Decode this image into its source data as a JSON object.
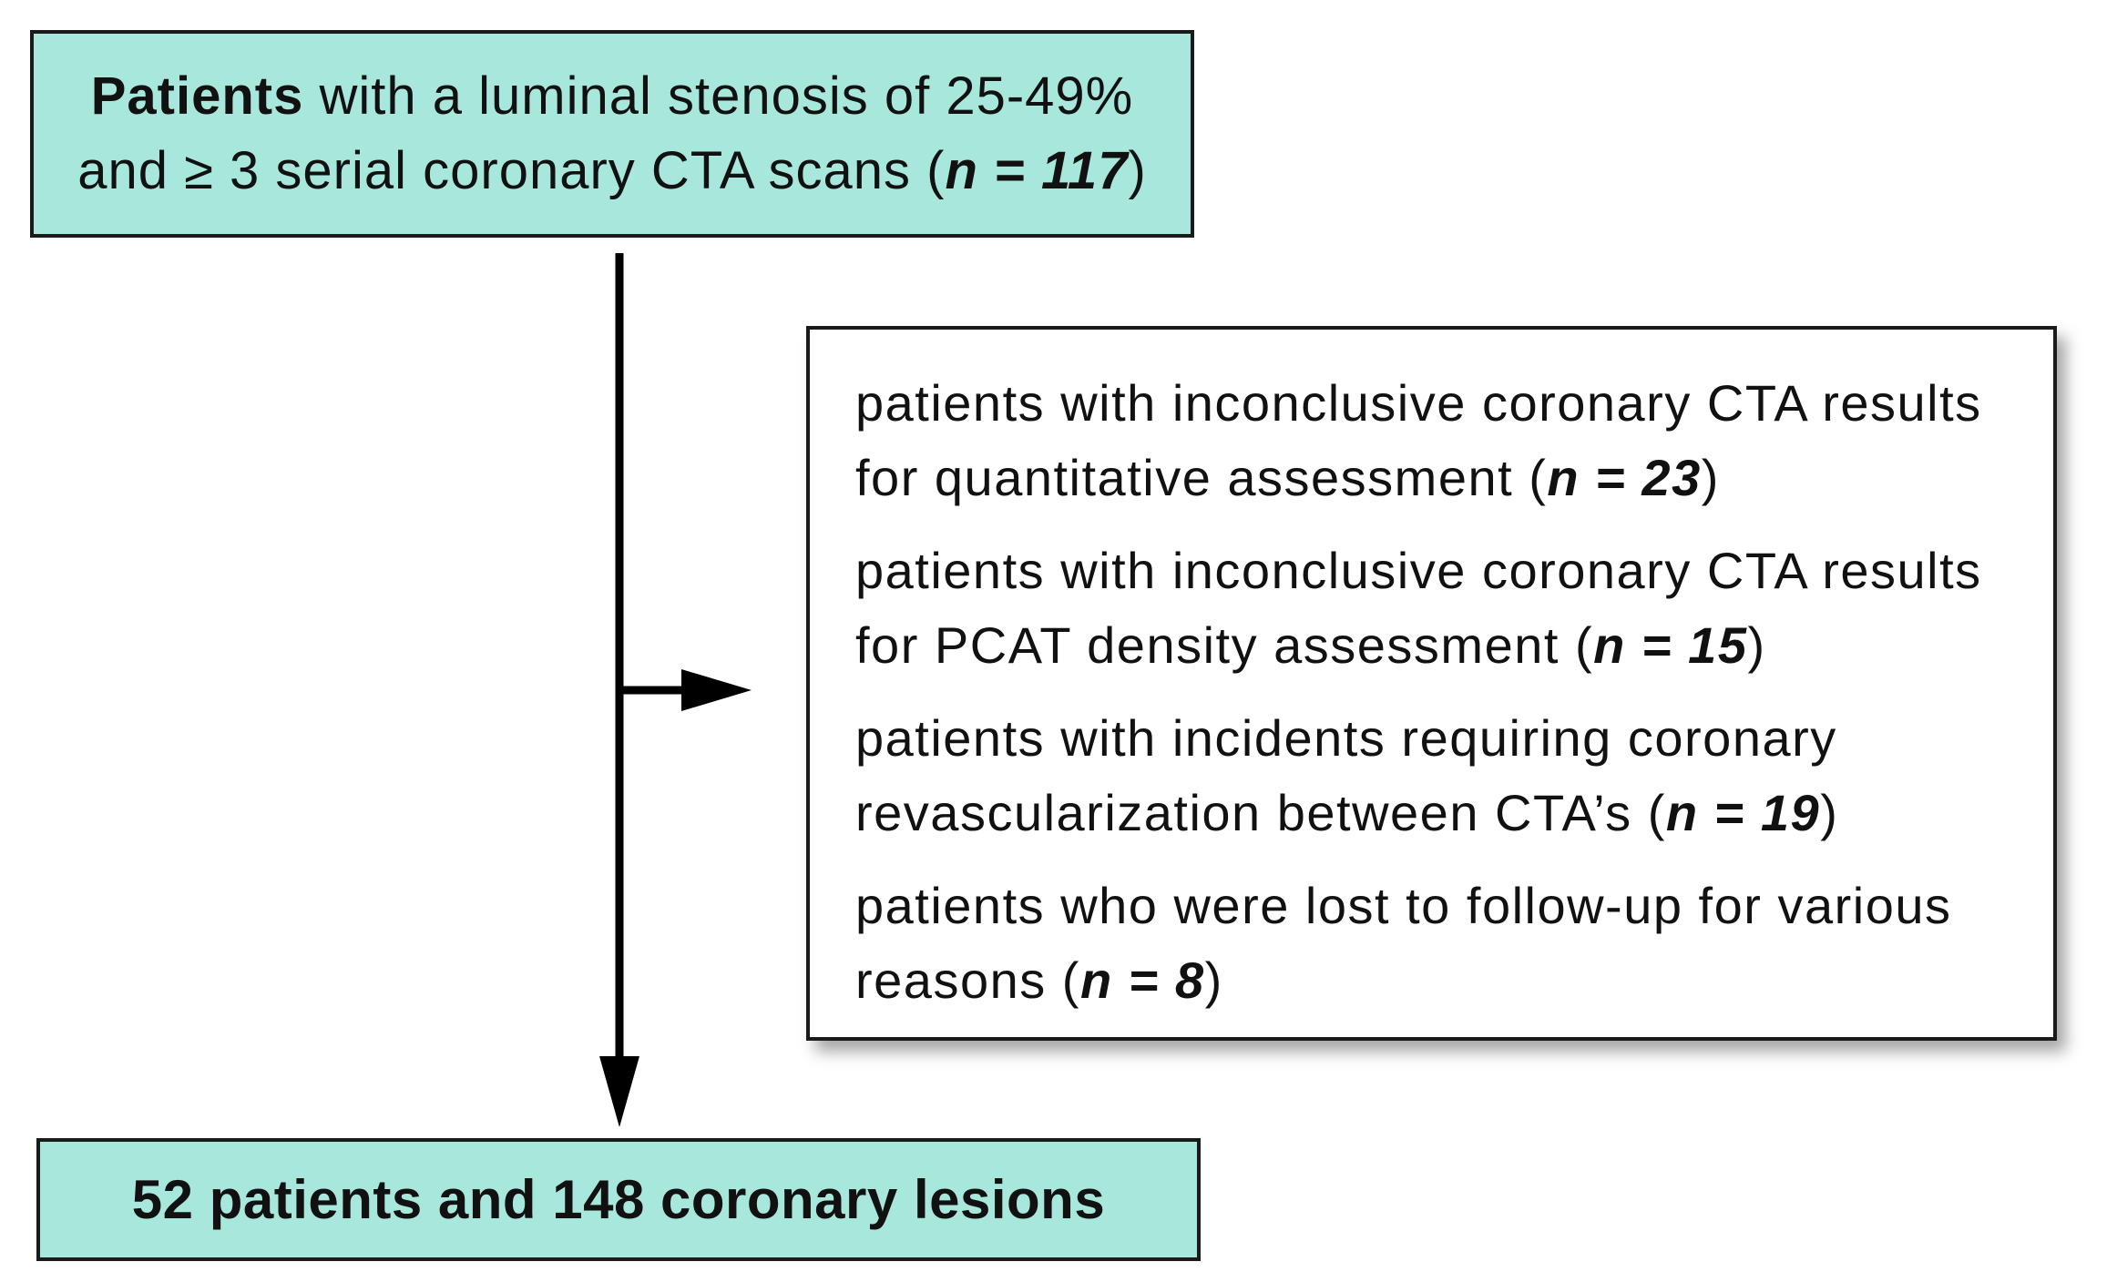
{
  "top_box": {
    "bold_word": "Patients",
    "line1_rest": " with a luminal stenosis of 25-49%",
    "line2_pre": "and ≥ 3 serial coronary CTA scans (",
    "n_value": "n = 117",
    "line2_post": ")"
  },
  "exclusions": [
    {
      "line1": "patients with inconclusive coronary CTA results",
      "line2_pre": "for quantitative assessment (",
      "n_value": "n = 23",
      "line2_post": ")"
    },
    {
      "line1": "patients with inconclusive coronary CTA results",
      "line2_pre": "for PCAT density assessment (",
      "n_value": "n = 15",
      "line2_post": ")"
    },
    {
      "line1": "patients with incidents requiring coronary",
      "line2_pre": "revascularization between CTA’s (",
      "n_value": "n = 19",
      "line2_post": ")"
    },
    {
      "line1": "patients who were lost to follow-up for various",
      "line2_pre": "reasons (",
      "n_value": "n = 8",
      "line2_post": ")"
    }
  ],
  "bottom_box": {
    "label": "52 patients and 148 coronary lesions"
  },
  "colors": {
    "box_fill": "#a8e8dc",
    "border": "#1a1a1a",
    "arrow": "#000000"
  }
}
